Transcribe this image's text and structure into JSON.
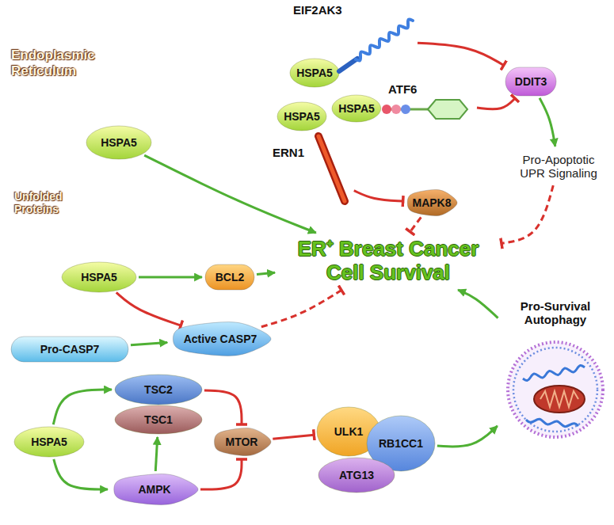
{
  "diagram": {
    "nodes": [
      {
        "text": [
          "Endoplasmic Reticulum"
        ]
      },
      {
        "text": [
          "EIF2AK3"
        ]
      },
      {
        "text": [
          "HSPA5"
        ],
        "in": 0
      },
      {
        "text": [
          "HSPA5"
        ],
        "in": 0
      },
      {
        "text": [
          "HSPA5"
        ],
        "in": 0
      },
      {
        "text": [
          "HSPA5"
        ],
        "in": 0
      },
      {
        "text": [
          "ATF6"
        ]
      },
      {
        "text": [
          "ERN1"
        ]
      },
      {
        "text": [
          "DDIT3"
        ]
      },
      {
        "text": [
          "MAPK8"
        ]
      },
      {
        "text": [
          "Pro-Apoptotic UPR Signaling"
        ]
      },
      {
        "text": [
          "ER⁺ Breast Cancer Cell Survival"
        ]
      },
      {
        "text": [
          "HSPA5"
        ]
      },
      {
        "text": [
          "BCL2"
        ]
      },
      {
        "text": [
          "Pro-CASP7"
        ]
      },
      {
        "text": [
          "Active CASP7"
        ]
      },
      {
        "text": [
          "Pro-Survival Autophagy"
        ]
      },
      {
        "text": [
          "HSPA5"
        ]
      },
      {
        "text": [
          "TSC2"
        ]
      },
      {
        "text": [
          "TSC1"
        ]
      },
      {
        "text": [
          "MTOR"
        ]
      },
      {
        "text": [
          "AMPK"
        ]
      },
      {
        "text": [
          "ULK1"
        ]
      },
      {
        "text": [
          "RB1CC1"
        ]
      },
      {
        "text": [
          "ATG13"
        ]
      }
    ],
    "edges": [
      {
        "from": 1,
        "to": 8,
        "arrow": "to"
      },
      {
        "from": 6,
        "to": 8,
        "arrow": "to"
      },
      {
        "from": 7,
        "to": 9,
        "arrow": "to"
      },
      {
        "from": 8,
        "to": 10,
        "arrow": "to"
      },
      {
        "from": 10,
        "to": 11,
        "arrow": "to"
      },
      {
        "from": 9,
        "to": 11,
        "arrow": "to"
      },
      {
        "from": 3,
        "to": 11,
        "arrow": "to"
      },
      {
        "from": 12,
        "to": 13,
        "arrow": "to"
      },
      {
        "from": 13,
        "to": 11,
        "arrow": "to"
      },
      {
        "from": 12,
        "to": 15,
        "arrow": "to"
      },
      {
        "from": 14,
        "to": 15,
        "arrow": "to"
      },
      {
        "from": 15,
        "to": 11,
        "arrow": "to"
      },
      {
        "from": 16,
        "to": 11,
        "arrow": "to"
      },
      {
        "from": 17,
        "to": 18,
        "arrow": "to"
      },
      {
        "from": 17,
        "to": 21,
        "arrow": "to"
      },
      {
        "from": 21,
        "to": 19,
        "arrow": "to"
      },
      {
        "from": 18,
        "to": 20,
        "arrow": "to"
      },
      {
        "from": 21,
        "to": 20,
        "arrow": "to"
      },
      {
        "from": 20,
        "to": 22,
        "arrow": "to"
      },
      {
        "from": 23,
        "to": 16,
        "arrow": "to"
      }
    ],
    "labels": [
      "Unfolded Proteins"
    ]
  }
}
